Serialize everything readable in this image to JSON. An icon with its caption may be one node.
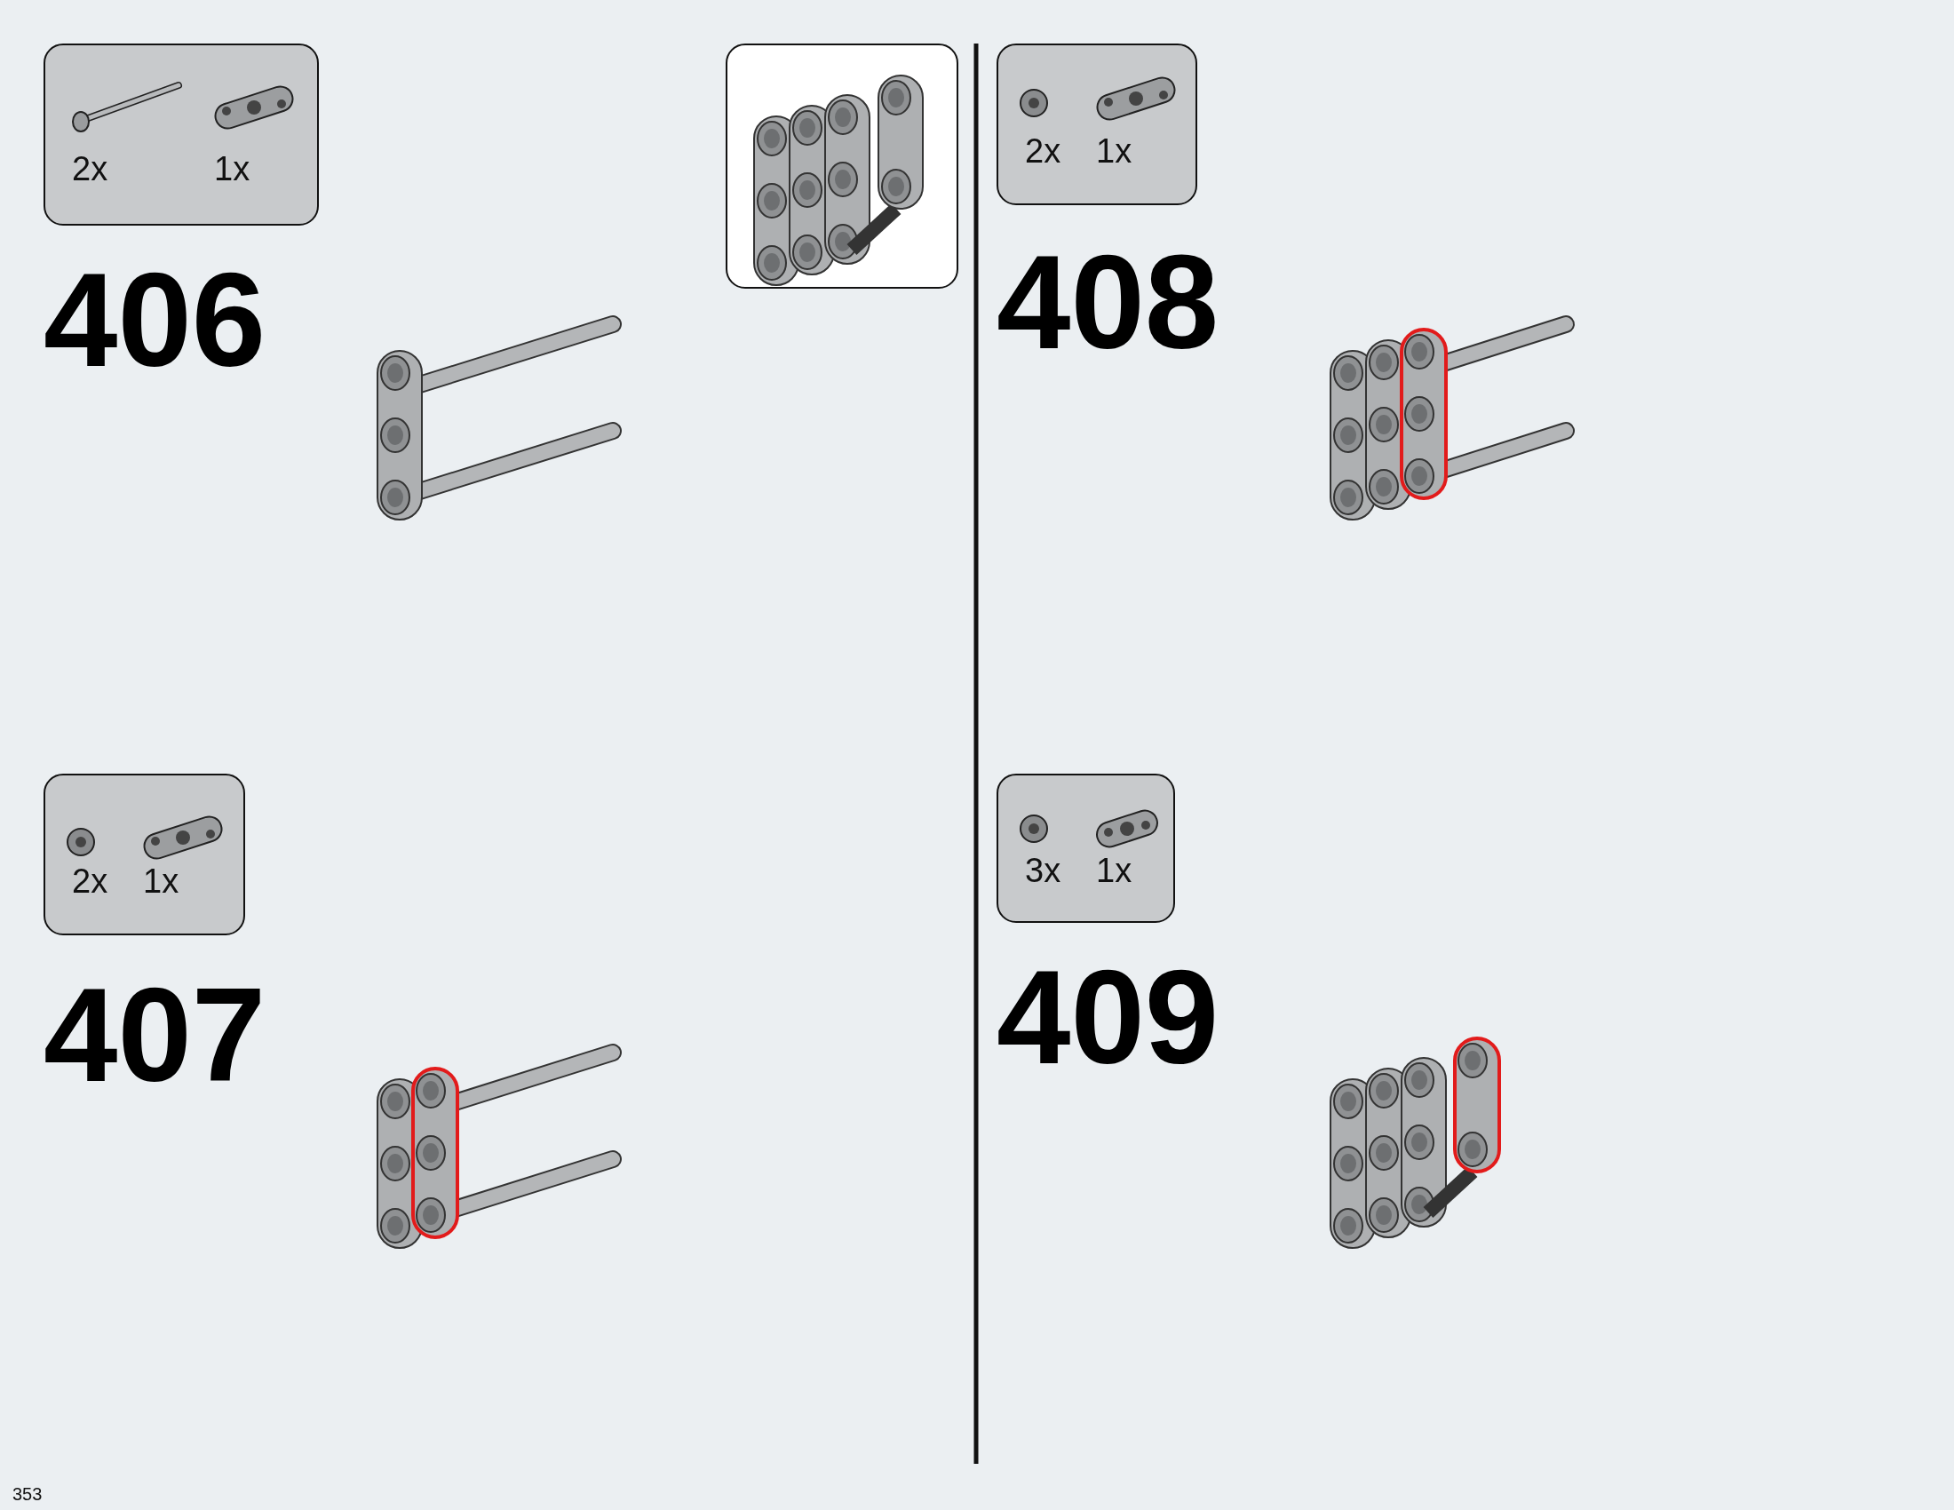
{
  "diagram": {
    "nodes": [
      {
        "text": [
          "2x",
          "1x"
        ]
      },
      {
        "text": [],
        "shape": "box"
      },
      {
        "text": [
          "2x",
          "1x"
        ]
      },
      {
        "text": [
          "2x",
          "1x"
        ]
      },
      {
        "text": [
          "3x",
          "1x"
        ]
      }
    ],
    "labels": [
      "406",
      "408",
      "407",
      "409",
      "353"
    ]
  }
}
